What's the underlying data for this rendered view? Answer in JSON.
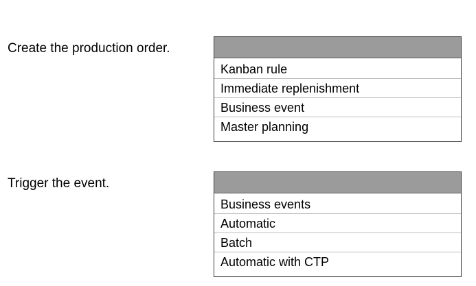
{
  "questions": [
    {
      "prompt": "Create the production order.",
      "options": [
        "Kanban rule",
        "Immediate replenishment",
        "Business event",
        "Master planning"
      ]
    },
    {
      "prompt": "Trigger the event.",
      "options": [
        "Business events",
        "Automatic",
        "Batch",
        "Automatic with CTP"
      ]
    }
  ],
  "colors": {
    "header_fill": "#9b9b9b",
    "border": "#3a3a3a"
  }
}
